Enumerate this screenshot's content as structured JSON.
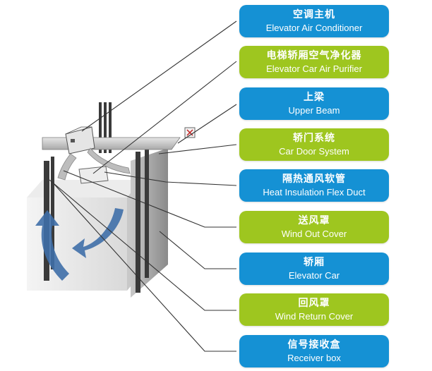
{
  "colors": {
    "blue_label": "#1591d4",
    "green_label": "#9ec61f",
    "leader_line": "#333333",
    "airflow_arrow": "#3f6fa8"
  },
  "labels": [
    {
      "cn": "空调主机",
      "en": "Elevator Air Conditioner",
      "color": "blue"
    },
    {
      "cn": "电梯轿厢空气净化器",
      "en": "Elevator Car Air Purifier",
      "color": "green"
    },
    {
      "cn": "上梁",
      "en": "Upper Beam",
      "color": "blue"
    },
    {
      "cn": "轿门系统",
      "en": "Car Door System",
      "color": "green"
    },
    {
      "cn": "隔热通风软管",
      "en": "Heat Insulation Flex Duct",
      "color": "blue"
    },
    {
      "cn": "送风罩",
      "en": "Wind Out Cover",
      "color": "green"
    },
    {
      "cn": "轿厢",
      "en": "Elevator Car",
      "color": "blue"
    },
    {
      "cn": "回风罩",
      "en": "Wind Return Cover",
      "color": "green"
    },
    {
      "cn": "信号接收盒",
      "en": "Receiver box",
      "color": "blue"
    }
  ]
}
